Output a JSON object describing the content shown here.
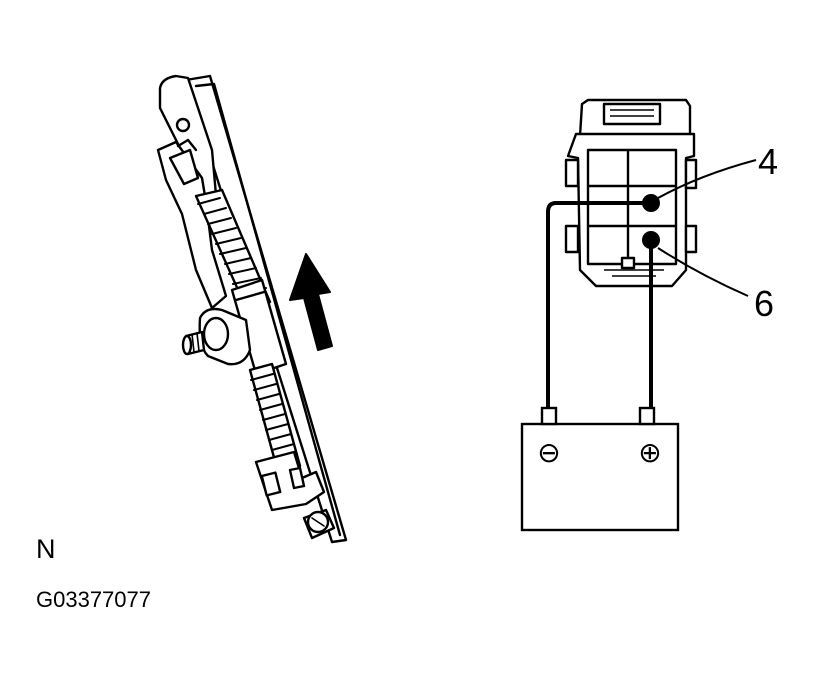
{
  "callouts": {
    "terminal_4": "4",
    "terminal_6": "6"
  },
  "battery": {
    "negative_symbol": "⊖",
    "positive_symbol": "⊕"
  },
  "caption": {
    "letter": "N",
    "figure_id": "G03377077"
  },
  "icons": {
    "direction_arrow": "arrow-up-icon",
    "battery": "battery-icon",
    "connector": "connector-icon",
    "seat_adjuster": "seat-adjuster-icon"
  },
  "colors": {
    "line": "#000000",
    "background": "#ffffff"
  }
}
